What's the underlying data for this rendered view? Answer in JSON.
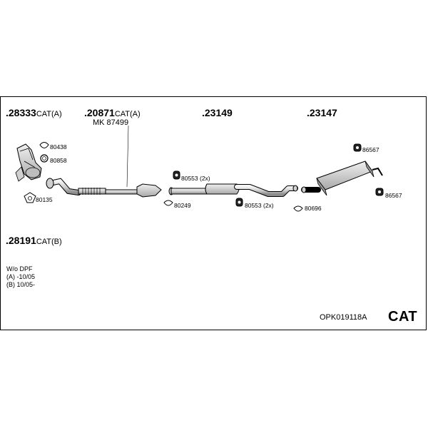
{
  "parts": {
    "p28333": {
      "number": ".28333",
      "suffix": "CAT(A)"
    },
    "p20871": {
      "number": ".20871",
      "suffix": "CAT(A)"
    },
    "mk": "MK 87499",
    "p23149": {
      "number": ".23149"
    },
    "p23147": {
      "number": ".23147"
    },
    "p28191": {
      "number": ".28191",
      "suffix": "CAT(B)"
    }
  },
  "small_parts": {
    "s80438": "80438",
    "s80858": "80858",
    "s80135": "80135",
    "s80553a": "80553 (2x)",
    "s80249": "80249",
    "s80553b": "80553 (2x)",
    "s80696": "80696",
    "s86567a": "86567",
    "s86567b": "86567"
  },
  "notes": {
    "line1": "W/o DPF",
    "line2": "(A) -10/05",
    "line3": "(B) 10/05-"
  },
  "footer": {
    "code": "OPK019118A",
    "badge": "CAT"
  },
  "colors": {
    "stroke": "#000000",
    "fill": "#dcdcdc",
    "fill_dark": "#9a9a9a"
  }
}
